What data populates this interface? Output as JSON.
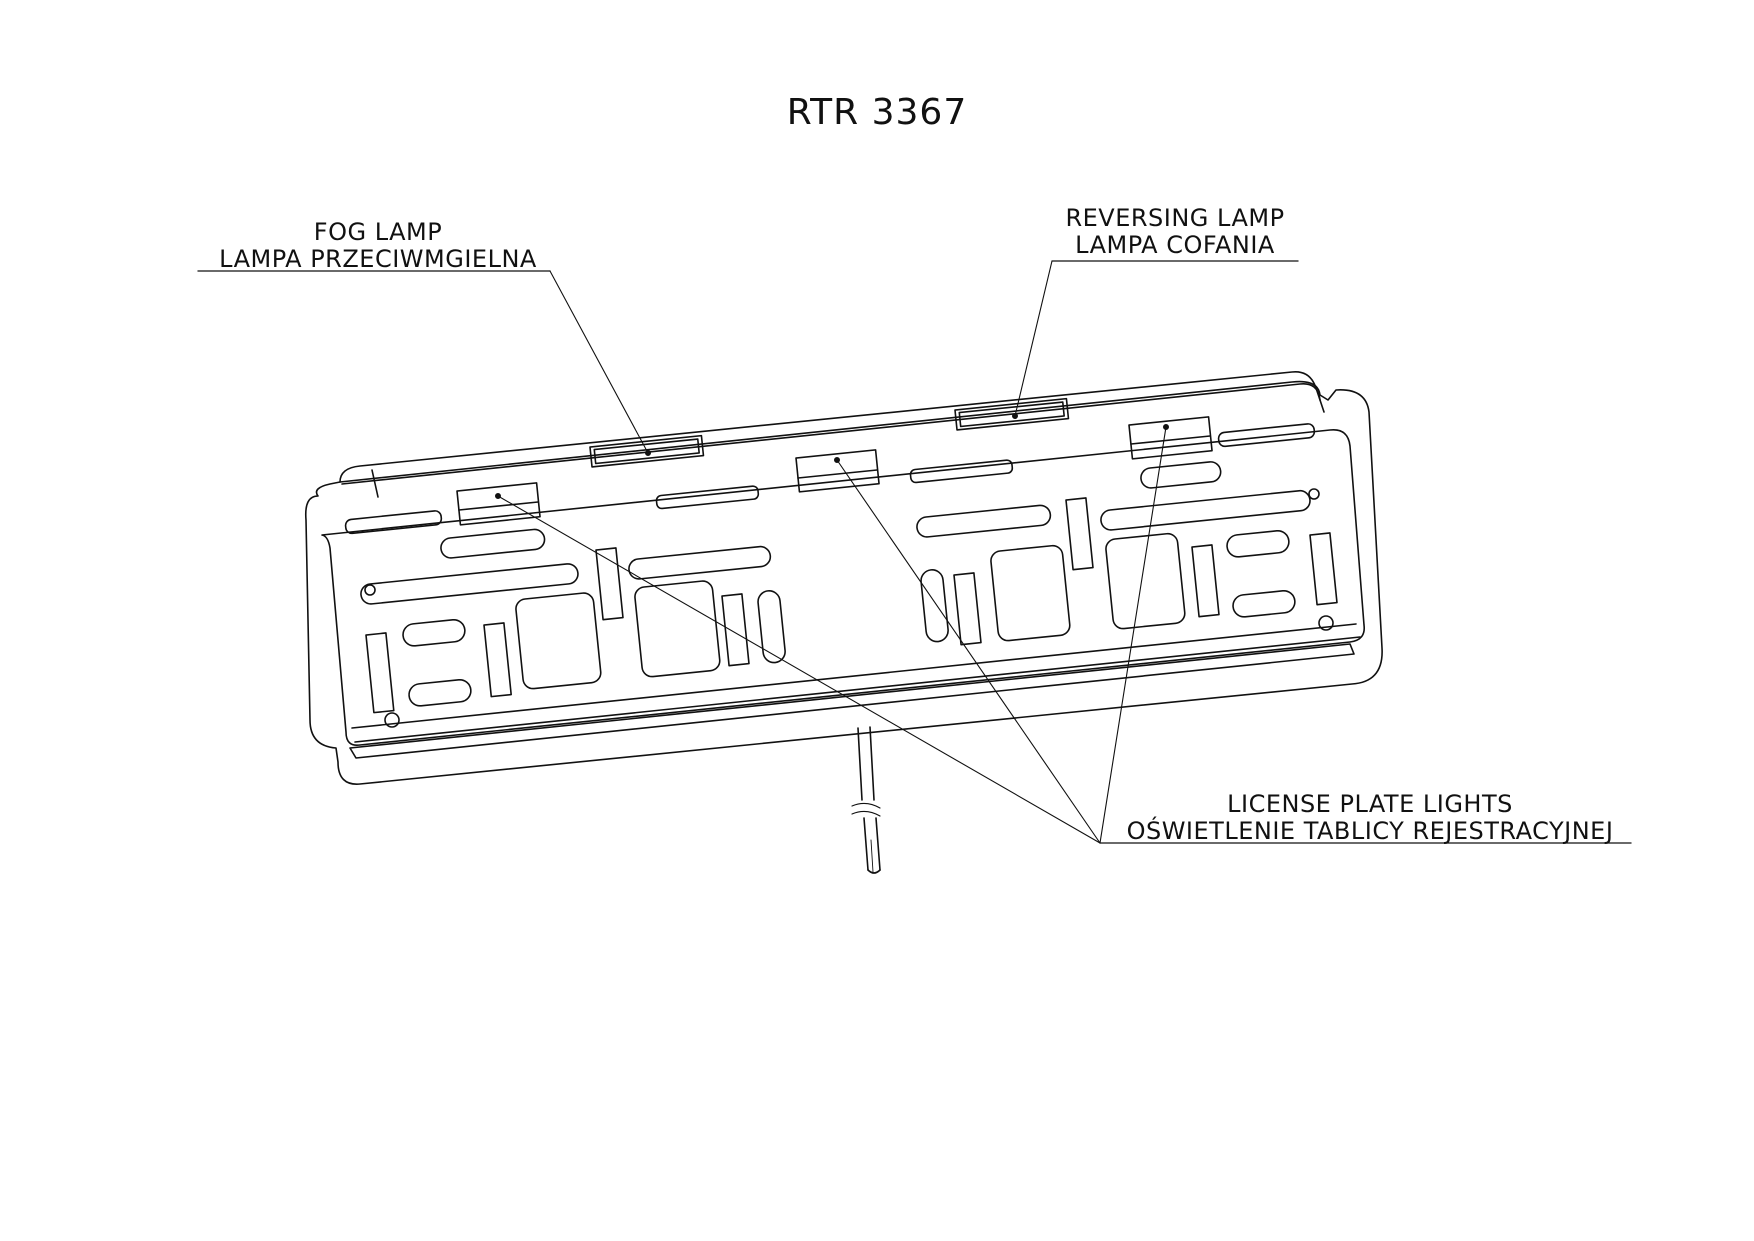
{
  "title": "RTR 3367",
  "callouts": {
    "fog_lamp": {
      "line1": "FOG LAMP",
      "line2": "LAMPA PRZECIWMGIELNA"
    },
    "reversing_lamp": {
      "line1": "REVERSING LAMP",
      "line2": "LAMPA COFANIA"
    },
    "license_plate_lights": {
      "line1": "LICENSE PLATE LIGHTS",
      "line2": "OŚWIETLENIE TABLICY REJESTRACYJNEJ"
    }
  }
}
